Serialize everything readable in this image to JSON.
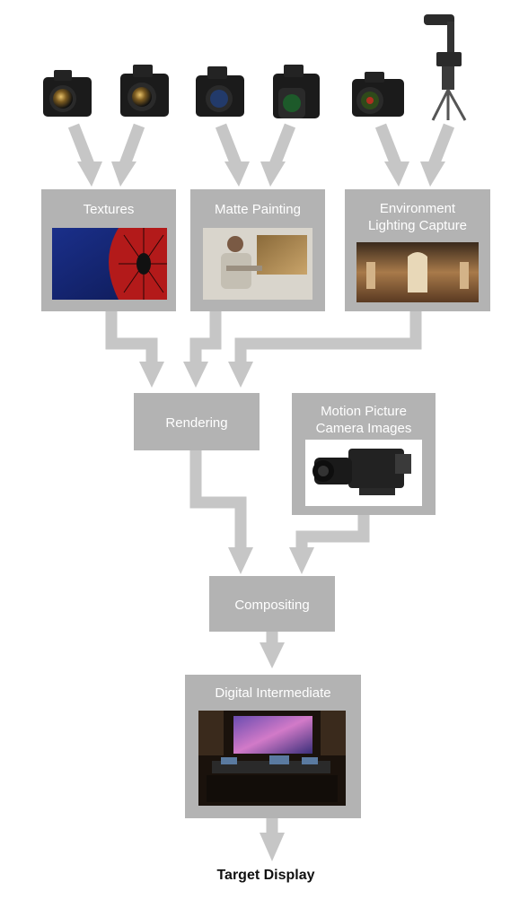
{
  "nodes": {
    "textures": "Textures",
    "matte_painting": "Matte Painting",
    "environment_line1": "Environment",
    "environment_line2": "Lighting Capture",
    "rendering": "Rendering",
    "motion_line1": "Motion Picture",
    "motion_line2": "Camera Images",
    "compositing": "Compositing",
    "digital_intermediate": "Digital Intermediate",
    "target_display": "Target Display"
  },
  "colors": {
    "box": "#b3b3b3",
    "arrow": "#c6c6c6",
    "label": "#ffffff"
  }
}
